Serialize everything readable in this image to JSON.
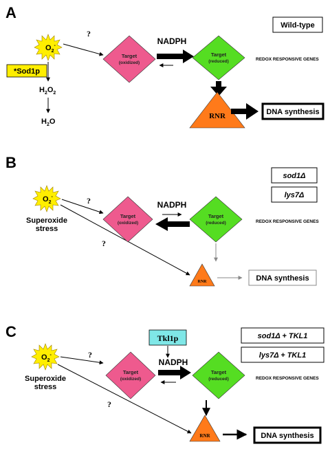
{
  "panels": {
    "A": {
      "letter": "A",
      "superoxide": "O",
      "superoxide_sup": "2",
      "superoxide_charge": "-",
      "question": "?",
      "target_ox_1": "Target",
      "target_ox_2": "(oxidized)",
      "target_red_1": "Target",
      "target_red_2": "(reduced)",
      "nadph": "NADPH",
      "redox_genes": "REDOX RESPONSIVE GENES",
      "rnr": "RNR",
      "dna": "DNA synthesis",
      "genotype": "Wild-type",
      "sod1p": "*Sod1p",
      "h2o2_a": "H",
      "h2o2_b": "2",
      "h2o2_c": "O",
      "h2o2_d": "2",
      "h2o_a": "H",
      "h2o_b": "2",
      "h2o_c": "O"
    },
    "B": {
      "letter": "B",
      "superoxide": "O",
      "superoxide_sup": "2",
      "superoxide_charge": "-",
      "stress_1": "Superoxide",
      "stress_2": "stress",
      "question": "?",
      "target_ox_1": "Target",
      "target_ox_2": "(oxidized)",
      "target_red_1": "Target",
      "target_red_2": "(reduced)",
      "nadph": "NADPH",
      "redox_genes": "REDOX RESPONSIVE GENES",
      "rnr": "RNR",
      "dna": "DNA synthesis",
      "genotype_1": "sod1Δ",
      "genotype_2": "lys7Δ"
    },
    "C": {
      "letter": "C",
      "superoxide": "O",
      "superoxide_sup": "2",
      "superoxide_charge": "-",
      "stress_1": "Superoxide",
      "stress_2": "stress",
      "question": "?",
      "tkl1p": "Tkl1p",
      "target_ox_1": "Target",
      "target_ox_2": "(oxidized)",
      "target_red_1": "Target",
      "target_red_2": "(reduced)",
      "nadph": "NADPH",
      "redox_genes": "REDOX RESPONSIVE GENES",
      "rnr": "RNR",
      "dna": "DNA synthesis",
      "genotype_1": "sod1Δ + TKL1",
      "genotype_2": "lys7Δ + TKL1"
    }
  },
  "colors": {
    "star_fill": "#ffee00",
    "sod_fill": "#ffee00",
    "oxidized_fill": "#ee5a8e",
    "reduced_fill": "#55dd22",
    "rnr_fill": "#ff7a1a",
    "tkl_fill": "#7fe7e7",
    "arrow_black": "#000000",
    "arrow_gray": "#888888"
  }
}
